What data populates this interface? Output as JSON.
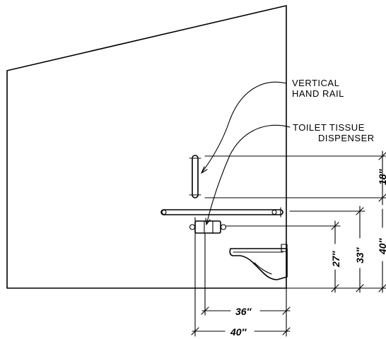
{
  "labels": {
    "vertical_hand_rail": [
      "VERTICAL",
      "HAND RAIL"
    ],
    "toilet_tissue_dispenser": [
      "TOILET TISSUE",
      "DISPENSER"
    ]
  },
  "dimensions": {
    "rail_vertical_18": "18″",
    "rail_height_40": "40″",
    "grab_bar_height_33": "33″",
    "dispenser_height_27": "27″",
    "horizontal_36": "36″",
    "horizontal_40": "40″"
  }
}
